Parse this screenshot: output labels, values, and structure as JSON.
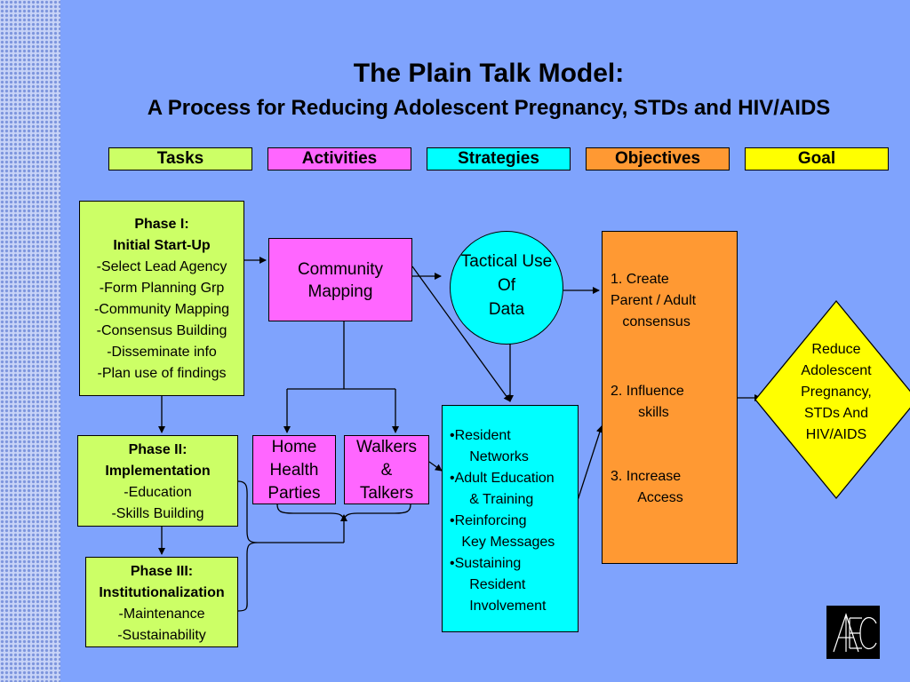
{
  "title": "The Plain Talk Model:",
  "subtitle": "A Process for Reducing Adolescent Pregnancy, STDs and HIV/AIDS",
  "legend": [
    {
      "label": "Tasks",
      "color": "#ccff66"
    },
    {
      "label": "Activities",
      "color": "#ff66ff"
    },
    {
      "label": "Strategies",
      "color": "#00ffff"
    },
    {
      "label": "Objectives",
      "color": "#ff9933"
    },
    {
      "label": "Goal",
      "color": "#ffff00"
    }
  ],
  "phase1": {
    "heading1": "Phase I:",
    "heading2": "Initial Start-Up",
    "items": [
      "-Select Lead Agency",
      "-Form Planning Grp",
      "-Community Mapping",
      "-Consensus Building",
      "-Disseminate info",
      "-Plan use of findings"
    ]
  },
  "phase2": {
    "heading1": "Phase II:",
    "heading2": "Implementation",
    "items": [
      "-Education",
      "-Skills Building"
    ]
  },
  "phase3": {
    "heading1": "Phase III:",
    "heading2": "Institutionalization",
    "items": [
      "-Maintenance",
      "-Sustainability"
    ]
  },
  "community_mapping": [
    "Community",
    "Mapping"
  ],
  "home_health": [
    "Home",
    "Health",
    "Parties"
  ],
  "walkers": [
    "Walkers",
    "&",
    "Talkers"
  ],
  "tactical": [
    "Tactical Use",
    "Of",
    "Data"
  ],
  "strategies": [
    "•Resident",
    "     Networks",
    "•Adult Education",
    "     & Training",
    "•Reinforcing",
    "   Key Messages",
    "•Sustaining",
    "     Resident",
    "     Involvement"
  ],
  "objectives": [
    "1. Create",
    "Parent / Adult",
    "   consensus",
    "",
    "",
    "",
    "2. Influence",
    "       skills",
    "",
    "",
    "",
    "3. Increase",
    "       Access"
  ],
  "goal": [
    "Reduce",
    "Adolescent",
    "Pregnancy,",
    "STDs And",
    "HIV/AIDS"
  ],
  "logo_icon": "aec-logo-icon"
}
